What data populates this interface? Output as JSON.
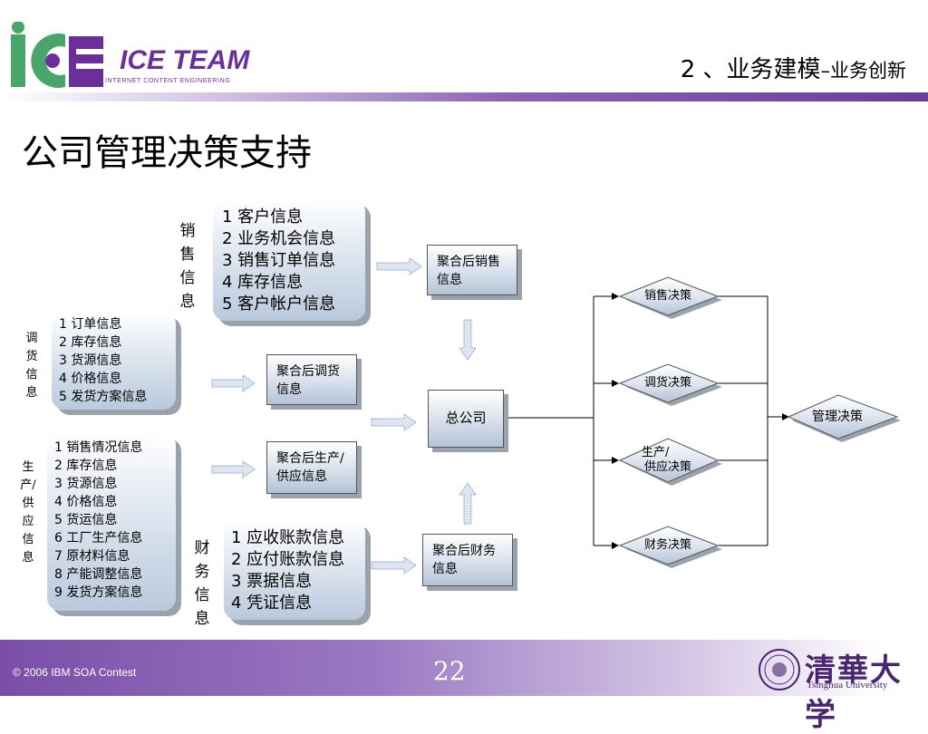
{
  "header": {
    "logo_text": "ICE TEAM",
    "logo_subtitle": "INTERNET  CONTENT  ENGINEERING",
    "section_title": "2 、业务建模",
    "section_subtitle": "–业务创新",
    "page_title": "公司管理决策支持"
  },
  "diagram": {
    "sales": {
      "label": "销售信息",
      "items": [
        "1  客户信息",
        "2  业务机会信息",
        "3  销售订单信息",
        "4  库存信息",
        "5  客户帐户信息"
      ],
      "aggregate": "聚合后销售信息"
    },
    "dispatch": {
      "label": "调货信息",
      "items": [
        "1  订单信息",
        "2  库存信息",
        "3  货源信息",
        "4  价格信息",
        "5  发货方案信息"
      ],
      "aggregate": "聚合后调货信息"
    },
    "production": {
      "label": "生产/供应信息",
      "items": [
        "1  销售情况信息",
        "2  库存信息",
        "3  货源信息",
        "4  价格信息",
        "5  货运信息",
        "6  工厂生产信息",
        "7  原材料信息",
        "8  产能调整信息",
        "9  发货方案信息"
      ],
      "aggregate": "聚合后生产/供应信息"
    },
    "finance": {
      "label": "财务信息",
      "items": [
        "1  应收账款信息",
        "2  应付账款信息",
        "3  票据信息",
        "4  凭证信息"
      ],
      "aggregate": "聚合后财务信息"
    },
    "hq": "总公司",
    "decisions": {
      "sales": "销售决策",
      "dispatch": "调货决策",
      "production_line1": "生产/",
      "production_line2": "供应决策",
      "finance": "财务决策",
      "management": "管理决策"
    }
  },
  "footer": {
    "copyright": "© 2006 IBM SOA Contest",
    "page_number": "22",
    "university_cn": "清華大学",
    "university_en": "Tsinghua University"
  },
  "colors": {
    "accent_purple": "#6b2f9a",
    "logo_green": "#4aa56a",
    "box_blue": "#b9c9dc",
    "arrow_blue": "#a9bfd8"
  }
}
